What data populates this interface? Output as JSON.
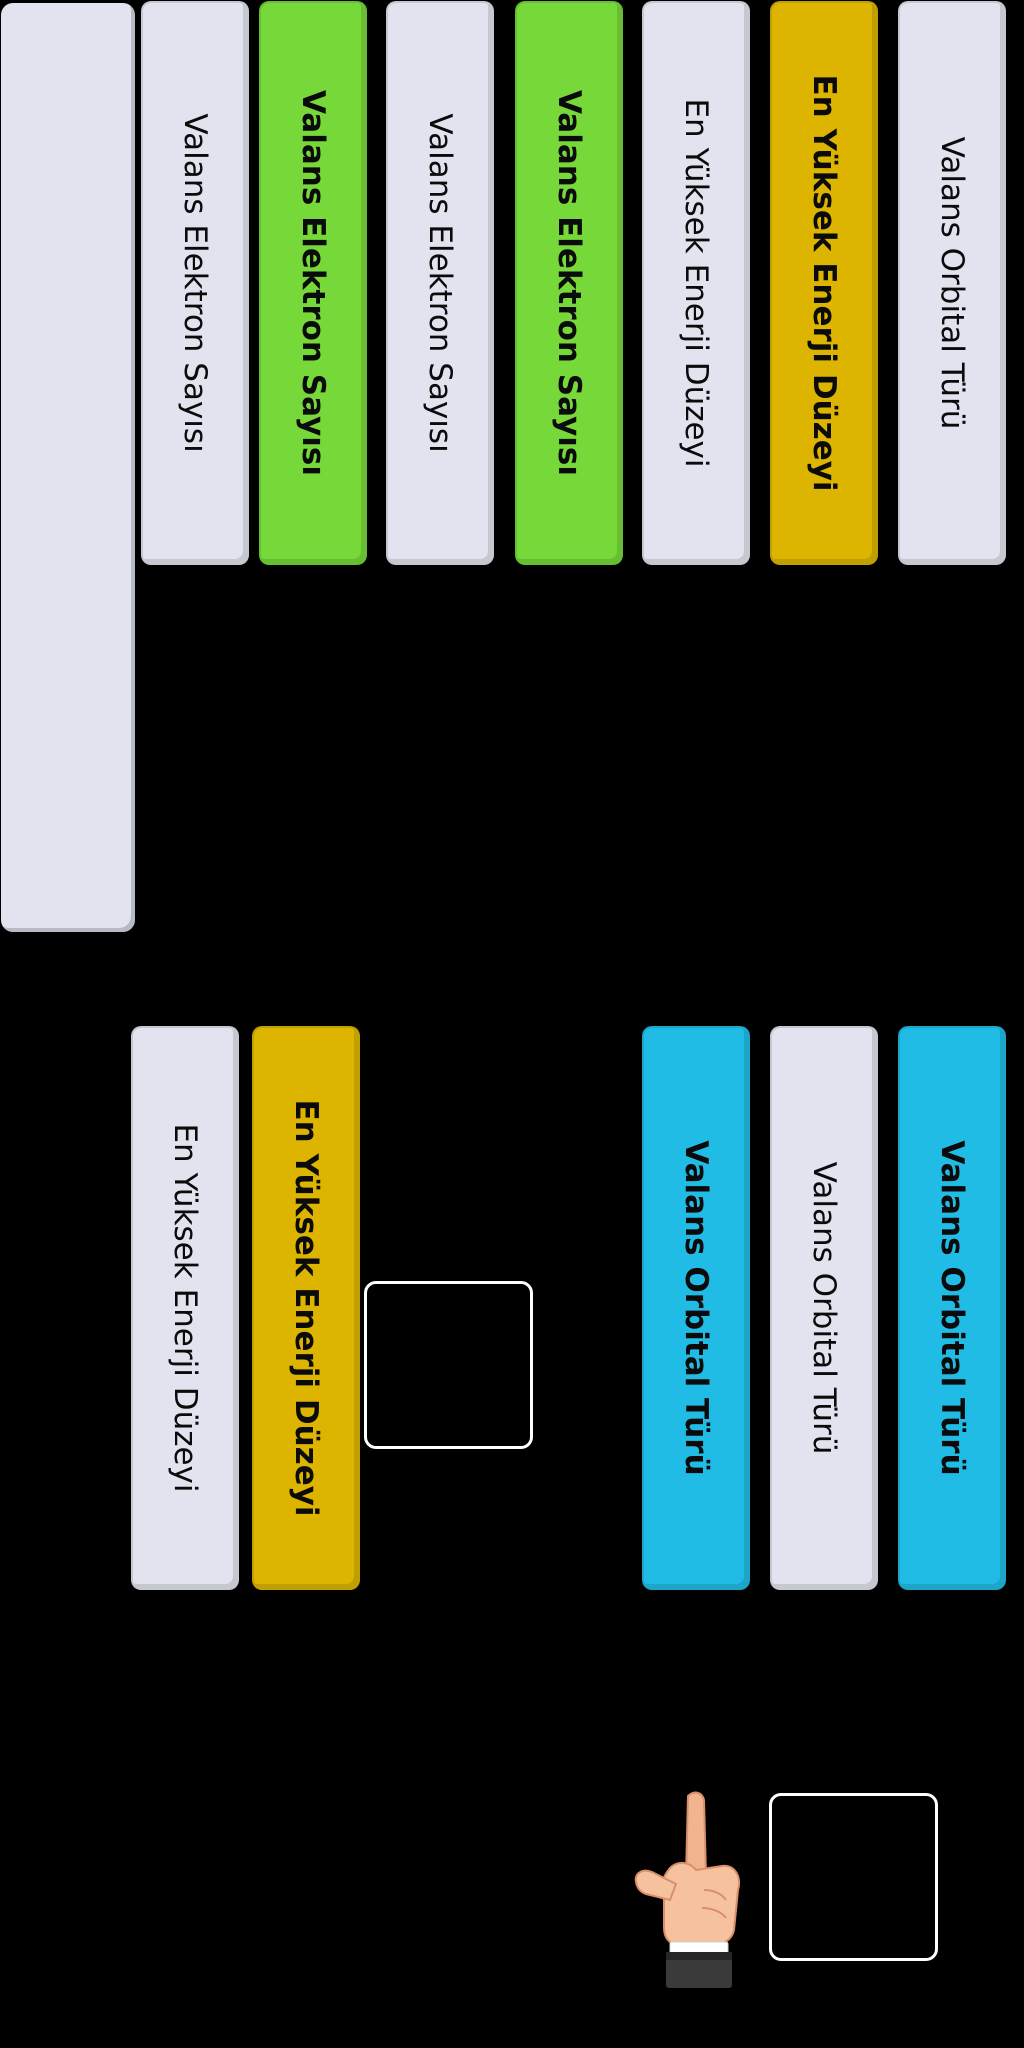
{
  "top_row": [
    {
      "label": "Valans Elektron Sayısı",
      "color": "gray"
    },
    {
      "label": "Valans Elektron Sayısı",
      "color": "green"
    },
    {
      "label": "Valans Elektron Sayısı",
      "color": "gray"
    },
    {
      "label": "Valans Elektron Sayısı",
      "color": "green"
    },
    {
      "label": "En Yüksek Enerji Düzeyi",
      "color": "gray"
    },
    {
      "label": "En Yüksek Enerji Düzeyi",
      "color": "amber"
    },
    {
      "label": "Valans Orbital Türü",
      "color": "gray"
    }
  ],
  "bottom_row": [
    {
      "label": "En Yüksek Enerji Düzeyi",
      "color": "gray"
    },
    {
      "label": "En Yüksek Enerji Düzeyi",
      "color": "amber"
    },
    {
      "label": "Valans Orbital Türü",
      "color": "cyan"
    },
    {
      "label": "Valans Orbital Türü",
      "color": "gray"
    },
    {
      "label": "Valans Orbital Türü",
      "color": "cyan"
    }
  ],
  "colors": {
    "background": "#000000",
    "gray": "#e1e3ee",
    "green": "#77d939",
    "amber": "#ddb500",
    "cyan": "#21bce6",
    "slot_border": "#ffffff"
  },
  "icons": {
    "pointer": "hand-pointer-icon"
  }
}
